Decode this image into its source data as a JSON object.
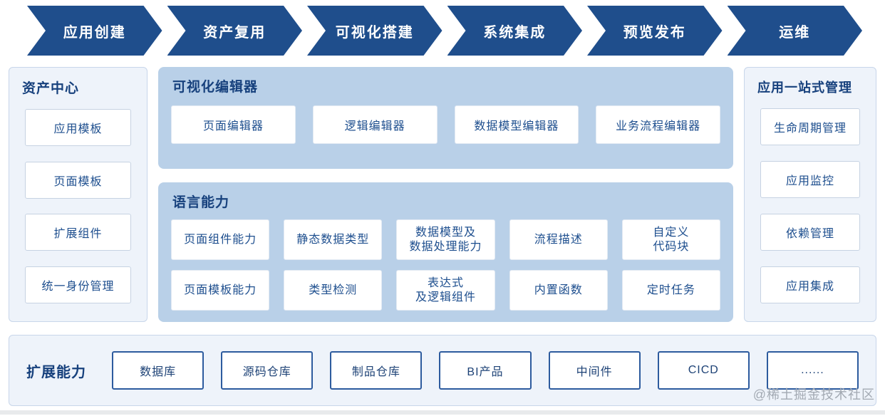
{
  "flow_steps": [
    "应用创建",
    "资产复用",
    "可视化搭建",
    "系统集成",
    "预览发布",
    "运维"
  ],
  "asset_center": {
    "title": "资产中心",
    "items": [
      "应用模板",
      "页面模板",
      "扩展组件",
      "统一身份管理"
    ]
  },
  "visual_editor": {
    "title": "可视化编辑器",
    "items": [
      "页面编辑器",
      "逻辑编辑器",
      "数据模型编辑器",
      "业务流程编辑器"
    ]
  },
  "language_capability": {
    "title": "语言能力",
    "row1": [
      "页面组件能力",
      "静态数据类型",
      "数据模型及\n数据处理能力",
      "流程描述",
      "自定义\n代码块"
    ],
    "row2": [
      "页面模板能力",
      "类型检测",
      "表达式\n及逻辑组件",
      "内置函数",
      "定时任务"
    ]
  },
  "app_management": {
    "title": "应用一站式管理",
    "items": [
      "生命周期管理",
      "应用监控",
      "依赖管理",
      "应用集成"
    ]
  },
  "extension": {
    "title": "扩展能力",
    "items": [
      "数据库",
      "源码仓库",
      "制品仓库",
      "BI产品",
      "中间件",
      "CICD",
      "......"
    ]
  },
  "watermark": "@稀土掘金技术社区",
  "colors": {
    "arrow": "#1f4e8c",
    "section_bg": "#b9d0e8",
    "panel_bg": "#eef3fa",
    "title_text": "#17417d",
    "item_text": "#1d4e8e",
    "strong_border": "#2d5b9e"
  }
}
